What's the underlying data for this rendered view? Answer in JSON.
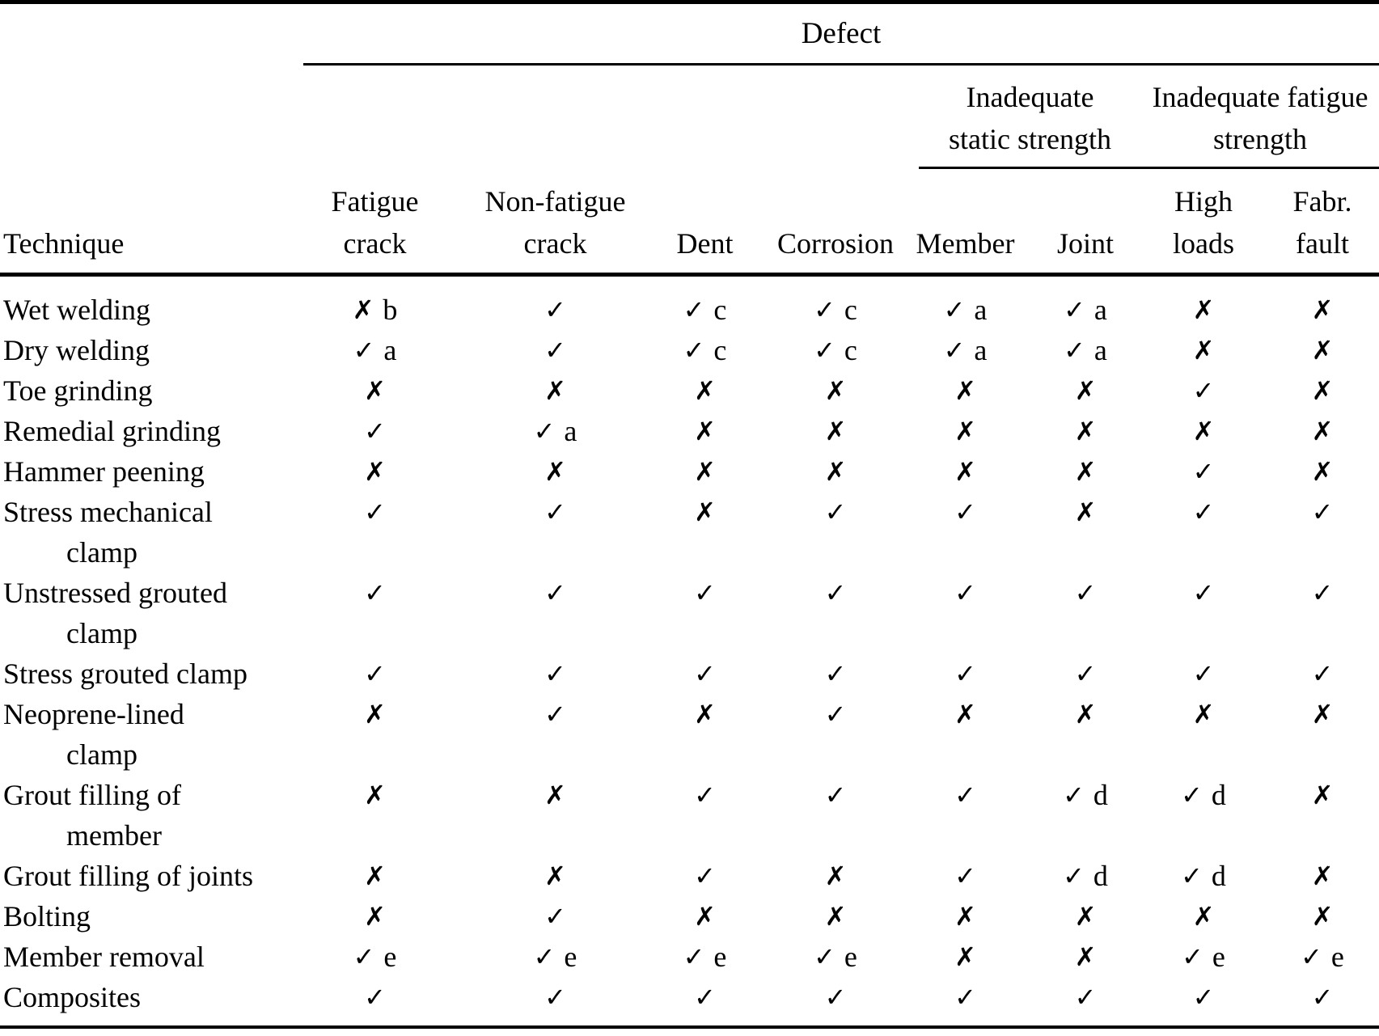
{
  "table": {
    "title": "Defect",
    "technique_header": "Technique",
    "groups": [
      {
        "lines": [
          "Inadequate",
          "static strength"
        ]
      },
      {
        "lines": [
          "Inadequate fatigue",
          "strength"
        ]
      }
    ],
    "columns": [
      {
        "lines": [
          "Fatigue",
          "crack"
        ]
      },
      {
        "lines": [
          "Non-fatigue",
          "crack"
        ]
      },
      {
        "lines": [
          "Dent"
        ]
      },
      {
        "lines": [
          "Corrosion"
        ]
      },
      {
        "lines": [
          "Member"
        ]
      },
      {
        "lines": [
          "Joint"
        ]
      },
      {
        "lines": [
          "High",
          "loads"
        ]
      },
      {
        "lines": [
          "Fabr.",
          "fault"
        ]
      }
    ],
    "rows": [
      {
        "technique": {
          "lines": [
            "Wet welding"
          ]
        },
        "cells": [
          {
            "mark": "✗",
            "note": "b"
          },
          {
            "mark": "✓"
          },
          {
            "mark": "✓",
            "note": "c"
          },
          {
            "mark": "✓",
            "note": "c"
          },
          {
            "mark": "✓",
            "note": "a"
          },
          {
            "mark": "✓",
            "note": "a"
          },
          {
            "mark": "✗"
          },
          {
            "mark": "✗"
          }
        ]
      },
      {
        "technique": {
          "lines": [
            "Dry welding"
          ]
        },
        "cells": [
          {
            "mark": "✓",
            "note": "a"
          },
          {
            "mark": "✓"
          },
          {
            "mark": "✓",
            "note": "c"
          },
          {
            "mark": "✓",
            "note": "c"
          },
          {
            "mark": "✓",
            "note": "a"
          },
          {
            "mark": "✓",
            "note": "a"
          },
          {
            "mark": "✗"
          },
          {
            "mark": "✗"
          }
        ]
      },
      {
        "technique": {
          "lines": [
            "Toe grinding"
          ]
        },
        "cells": [
          {
            "mark": "✗"
          },
          {
            "mark": "✗"
          },
          {
            "mark": "✗"
          },
          {
            "mark": "✗"
          },
          {
            "mark": "✗"
          },
          {
            "mark": "✗"
          },
          {
            "mark": "✓"
          },
          {
            "mark": "✗"
          }
        ]
      },
      {
        "technique": {
          "lines": [
            "Remedial grinding"
          ]
        },
        "cells": [
          {
            "mark": "✓"
          },
          {
            "mark": "✓",
            "note": "a"
          },
          {
            "mark": "✗"
          },
          {
            "mark": "✗"
          },
          {
            "mark": "✗"
          },
          {
            "mark": "✗"
          },
          {
            "mark": "✗"
          },
          {
            "mark": "✗"
          }
        ]
      },
      {
        "technique": {
          "lines": [
            "Hammer peening"
          ]
        },
        "cells": [
          {
            "mark": "✗"
          },
          {
            "mark": "✗"
          },
          {
            "mark": "✗"
          },
          {
            "mark": "✗"
          },
          {
            "mark": "✗"
          },
          {
            "mark": "✗"
          },
          {
            "mark": "✓"
          },
          {
            "mark": "✗"
          }
        ]
      },
      {
        "technique": {
          "lines": [
            "Stress mechanical",
            "clamp"
          ]
        },
        "cells": [
          {
            "mark": "✓"
          },
          {
            "mark": "✓"
          },
          {
            "mark": "✗"
          },
          {
            "mark": "✓"
          },
          {
            "mark": "✓"
          },
          {
            "mark": "✗"
          },
          {
            "mark": "✓"
          },
          {
            "mark": "✓"
          }
        ]
      },
      {
        "technique": {
          "lines": [
            "Unstressed grouted",
            "clamp"
          ]
        },
        "cells": [
          {
            "mark": "✓"
          },
          {
            "mark": "✓"
          },
          {
            "mark": "✓"
          },
          {
            "mark": "✓"
          },
          {
            "mark": "✓"
          },
          {
            "mark": "✓"
          },
          {
            "mark": "✓"
          },
          {
            "mark": "✓"
          }
        ]
      },
      {
        "technique": {
          "lines": [
            "Stress grouted clamp"
          ]
        },
        "cells": [
          {
            "mark": "✓"
          },
          {
            "mark": "✓"
          },
          {
            "mark": "✓"
          },
          {
            "mark": "✓"
          },
          {
            "mark": "✓"
          },
          {
            "mark": "✓"
          },
          {
            "mark": "✓"
          },
          {
            "mark": "✓"
          }
        ]
      },
      {
        "technique": {
          "lines": [
            "Neoprene-lined",
            "clamp"
          ]
        },
        "cells": [
          {
            "mark": "✗"
          },
          {
            "mark": "✓"
          },
          {
            "mark": "✗"
          },
          {
            "mark": "✓"
          },
          {
            "mark": "✗"
          },
          {
            "mark": "✗"
          },
          {
            "mark": "✗"
          },
          {
            "mark": "✗"
          }
        ]
      },
      {
        "technique": {
          "lines": [
            "Grout filling of",
            "member"
          ]
        },
        "cells": [
          {
            "mark": "✗"
          },
          {
            "mark": "✗"
          },
          {
            "mark": "✓"
          },
          {
            "mark": "✓"
          },
          {
            "mark": "✓"
          },
          {
            "mark": "✓",
            "note": "d"
          },
          {
            "mark": "✓",
            "note": "d"
          },
          {
            "mark": "✗"
          }
        ]
      },
      {
        "technique": {
          "lines": [
            "Grout filling of joints"
          ]
        },
        "cells": [
          {
            "mark": "✗"
          },
          {
            "mark": "✗"
          },
          {
            "mark": "✓"
          },
          {
            "mark": "✗"
          },
          {
            "mark": "✓"
          },
          {
            "mark": "✓",
            "note": "d"
          },
          {
            "mark": "✓",
            "note": "d"
          },
          {
            "mark": "✗"
          }
        ]
      },
      {
        "technique": {
          "lines": [
            "Bolting"
          ]
        },
        "cells": [
          {
            "mark": "✗"
          },
          {
            "mark": "✓"
          },
          {
            "mark": "✗"
          },
          {
            "mark": "✗"
          },
          {
            "mark": "✗"
          },
          {
            "mark": "✗"
          },
          {
            "mark": "✗"
          },
          {
            "mark": "✗"
          }
        ]
      },
      {
        "technique": {
          "lines": [
            "Member removal"
          ]
        },
        "cells": [
          {
            "mark": "✓",
            "note": "e"
          },
          {
            "mark": "✓",
            "note": "e"
          },
          {
            "mark": "✓",
            "note": "e"
          },
          {
            "mark": "✓",
            "note": "e"
          },
          {
            "mark": "✗"
          },
          {
            "mark": "✗"
          },
          {
            "mark": "✓",
            "note": "e"
          },
          {
            "mark": "✓",
            "note": "e"
          }
        ]
      },
      {
        "technique": {
          "lines": [
            "Composites"
          ]
        },
        "cells": [
          {
            "mark": "✓"
          },
          {
            "mark": "✓"
          },
          {
            "mark": "✓"
          },
          {
            "mark": "✓"
          },
          {
            "mark": "✓"
          },
          {
            "mark": "✓"
          },
          {
            "mark": "✓"
          },
          {
            "mark": "✓"
          }
        ]
      }
    ]
  }
}
